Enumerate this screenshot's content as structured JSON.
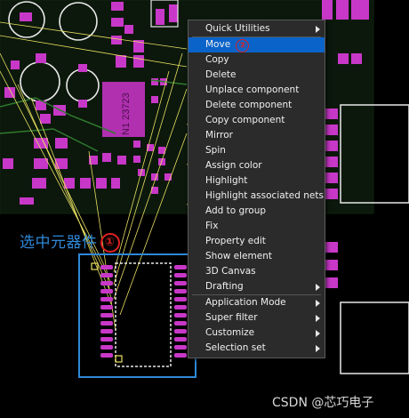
{
  "annotations": {
    "select_component": "选中元器件",
    "step1_marker": "①",
    "step2_marker": "②"
  },
  "chip_label": "N1 23723",
  "context_menu": {
    "groups": [
      [
        {
          "label": "Quick Utilities",
          "submenu": true
        }
      ],
      [
        {
          "label": "Move",
          "highlighted": true
        },
        {
          "label": "Copy"
        },
        {
          "label": "Delete"
        },
        {
          "label": "Unplace component"
        },
        {
          "label": "Delete component"
        },
        {
          "label": "Copy component"
        },
        {
          "label": "Mirror"
        },
        {
          "label": "Spin"
        },
        {
          "label": "Assign color"
        },
        {
          "label": "Highlight"
        },
        {
          "label": "Highlight associated nets"
        },
        {
          "label": "Add to group"
        },
        {
          "label": "Fix"
        },
        {
          "label": "Property edit"
        },
        {
          "label": "Show element"
        },
        {
          "label": "3D Canvas"
        },
        {
          "label": "Drafting",
          "submenu": true
        }
      ],
      [
        {
          "label": "Application Mode",
          "submenu": true
        },
        {
          "label": "Super filter",
          "submenu": true
        },
        {
          "label": "Customize",
          "submenu": true
        },
        {
          "label": "Selection set",
          "submenu": true
        }
      ]
    ]
  },
  "watermark": "CSDN @芯巧电子",
  "colors": {
    "pad": "#c838c8",
    "trace": "#e8e060",
    "menu_bg": "#2b2b2b",
    "menu_highlight": "#0a63c9",
    "annotation_blue": "#2f88d8",
    "annotation_red": "#e02020"
  }
}
